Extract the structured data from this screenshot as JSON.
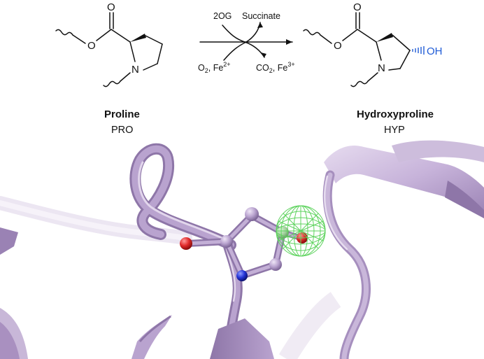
{
  "reaction": {
    "reactant": {
      "name": "Proline",
      "abbr": "PRO",
      "atoms": {
        "carbonyl_o": "O",
        "ester_o": "O",
        "ring_n": "N"
      }
    },
    "conditions": {
      "cosubstrate_in": "2OG",
      "byproduct_out": "Succinate",
      "o2": "O",
      "o2_sub": "2",
      "fe_in": ", Fe",
      "fe_in_sup": "2+",
      "co2": "CO",
      "co2_sub": "2",
      "fe_out": ", Fe",
      "fe_out_sup": "3+"
    },
    "product": {
      "name": "Hydroxyproline",
      "abbr": "HYP",
      "atoms": {
        "carbonyl_o": "O",
        "ester_o": "O",
        "ring_n": "N",
        "hydroxyl": "OH"
      }
    }
  },
  "structure": {
    "backbone_color": "#b29bcb",
    "mesh_color": "#5ed35e",
    "nitrogen_color": "#2233cc",
    "oxygen_color": "#e03030"
  }
}
